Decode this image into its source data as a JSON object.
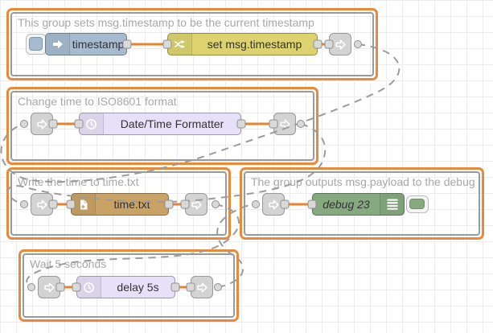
{
  "groups": [
    {
      "label": "This group sets msg.timestamp to be the current timestamp"
    },
    {
      "label": "Change time to ISO8601 format"
    },
    {
      "label": "Write the time to time.txt"
    },
    {
      "label": "The group outputs msg.payload to the debug"
    },
    {
      "label": "Wait 5 seconds"
    }
  ],
  "nodes": {
    "inject": {
      "label": "timestamp",
      "type": "inject",
      "color": "#A6BBCF",
      "icon": "arrow-right-icon"
    },
    "change": {
      "label": "set msg.timestamp",
      "type": "change",
      "color": "#DCD36E",
      "icon": "shuffle-icon"
    },
    "formatter": {
      "label": "Date/Time Formatter",
      "type": "date-time-formatter",
      "color": "#E6E0F8",
      "icon": "clock-icon"
    },
    "file": {
      "label": "time.txt",
      "type": "file-write",
      "color": "#C9A366",
      "icon": "file-page-icon"
    },
    "debug": {
      "label": "debug 23",
      "type": "debug",
      "color": "#87A980",
      "icon": "list-lines-icon"
    },
    "delay": {
      "label": "delay 5s",
      "type": "delay",
      "color": "#E6E0F8",
      "icon": "clock-icon"
    }
  },
  "link_nodes": {
    "icon": "link-arrow-icon",
    "color": "#d3d3d3",
    "count": 8
  },
  "colors": {
    "group_border": "#E8893C",
    "group_inner_border": "#9a9a9a",
    "wire": "#E8832C",
    "link_wire": "#999999",
    "port_fill": "#D9D9D9",
    "grid_line": "#ECECEC",
    "node_label": "#333333",
    "group_label": "#A8A8A8"
  }
}
